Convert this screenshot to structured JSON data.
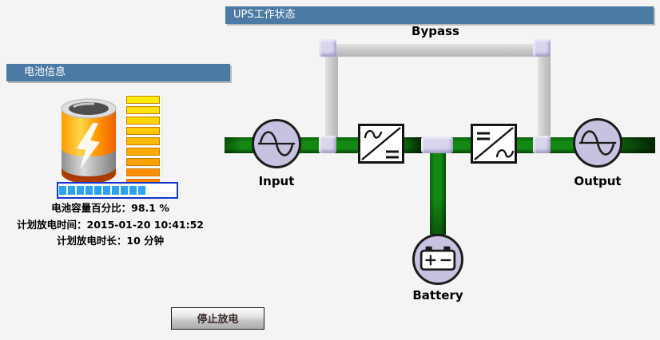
{
  "colors": {
    "page_bg": "#f4f4f4",
    "header_bg": "#4b7ba5",
    "header_text": "#ffffff",
    "pipe_green": "#128a12",
    "pipe_silver": "#cdcbcb",
    "node_fill": "#c6c2df",
    "connector_fill": "#d8d5ec",
    "progress_fill": "#2aa2f7",
    "progress_border": "#1535cf",
    "level_bar_colors": [
      "#ffec00",
      "#ffe200",
      "#ffd600",
      "#ffc800",
      "#ffba00",
      "#ffac00",
      "#ff9e00",
      "#ff9100",
      "#ff8400",
      "#ff7800"
    ]
  },
  "battery_panel": {
    "header": "电池信息",
    "capacity_line": "电池容量百分比：98.1 %",
    "discharge_time_line": "计划放电时间：2015-01-20 10:41:52",
    "discharge_duration_line": "计划放电时长：10 分钟",
    "capacity_percent": "98.1 %",
    "progress_segments": 10
  },
  "ups_panel": {
    "header": "UPS工作状态",
    "labels": {
      "bypass": "Bypass",
      "input": "Input",
      "output": "Output",
      "battery": "Battery"
    }
  },
  "actions": {
    "stop_discharge": "停止放电"
  }
}
